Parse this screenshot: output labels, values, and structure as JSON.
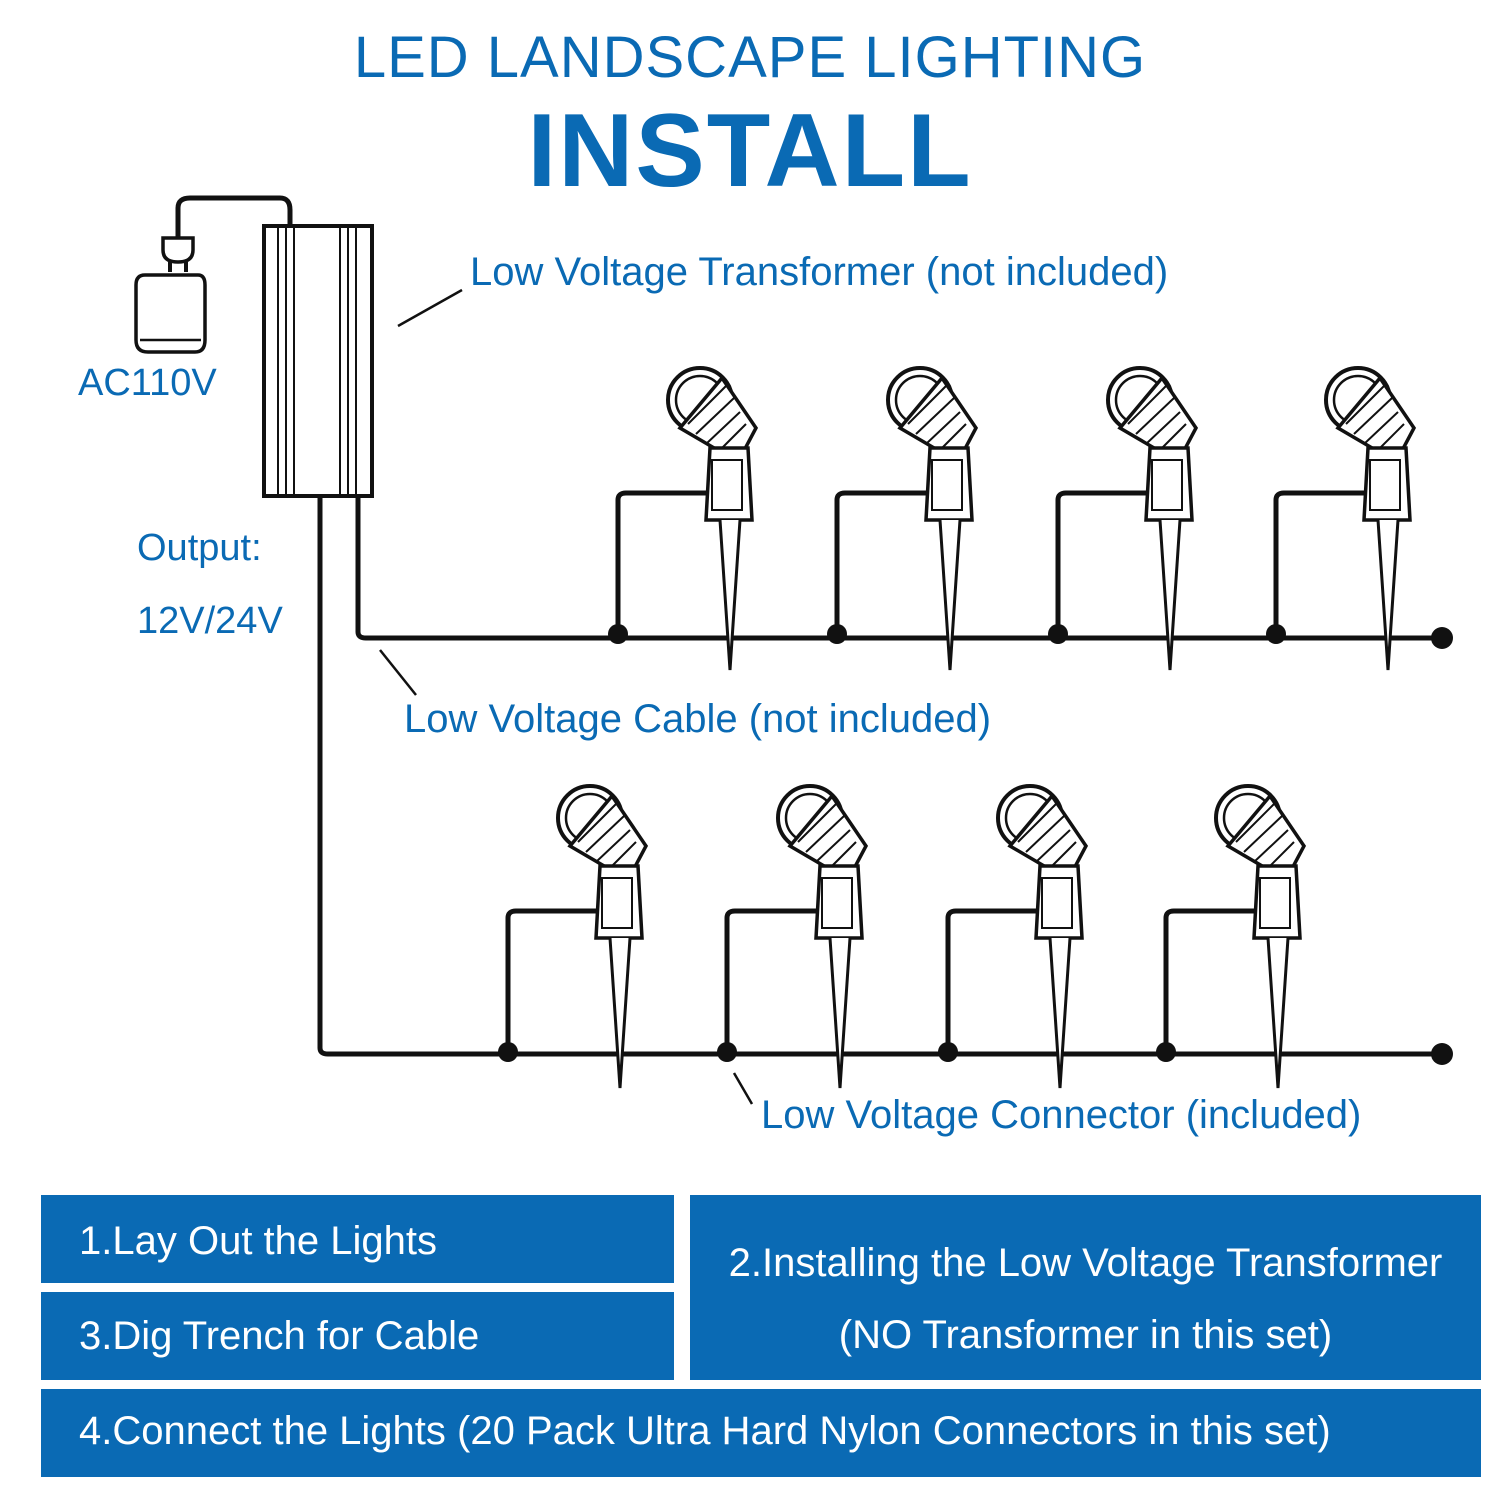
{
  "header": {
    "title": "LED LANDSCAPE LIGHTING",
    "subtitle": "INSTALL"
  },
  "labels": {
    "power_source": "AC110V",
    "output_label": "Output:",
    "output_value": "12V/24V",
    "transformer": "Low Voltage Transformer (not included)",
    "cable": "Low Voltage Cable (not included)",
    "connector": "Low Voltage Connector (included)"
  },
  "steps": {
    "step1": "1.Lay Out the Lights",
    "step2_line1": "2.Installing the Low Voltage Transformer",
    "step2_line2": "(NO Transformer in this set)",
    "step3": "3.Dig Trench for Cable",
    "step4": "4.Connect the Lights (20 Pack Ultra Hard Nylon Connectors in this set)"
  },
  "colors": {
    "accent": "#0a6ab4",
    "line": "#111111"
  },
  "icons": [
    "power-plug-icon",
    "wall-outlet-icon",
    "spotlight-icon"
  ]
}
